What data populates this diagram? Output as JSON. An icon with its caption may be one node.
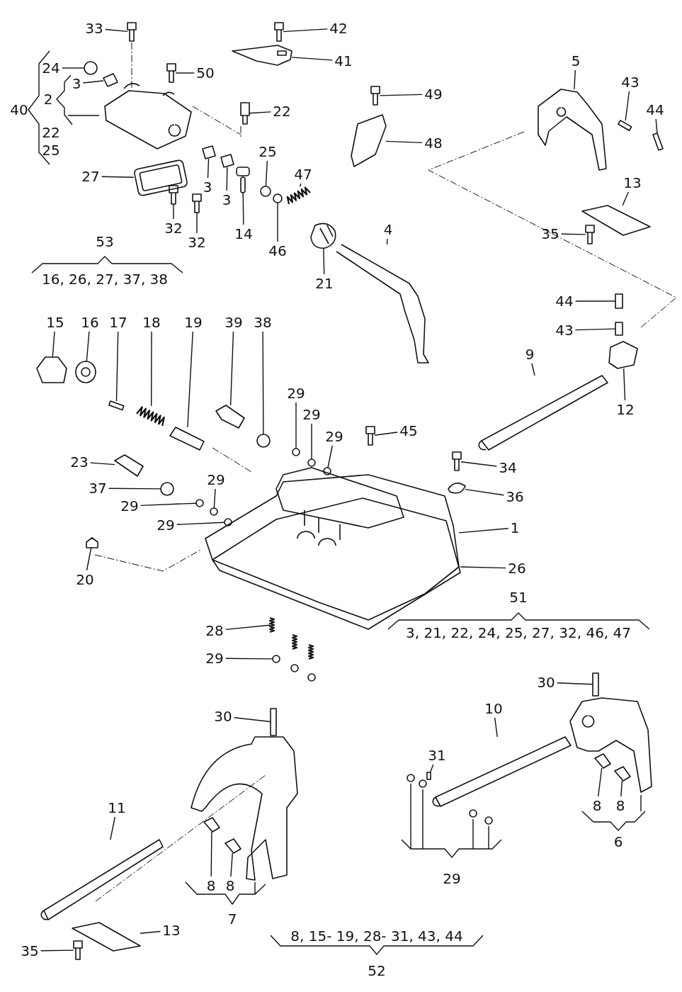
{
  "diagram": {
    "nodes": [
      {
        "text": [
          "33"
        ]
      },
      {
        "text": [
          "42"
        ]
      },
      {
        "text": [
          "41"
        ]
      },
      {
        "text": [
          "24"
        ]
      },
      {
        "text": [
          "3"
        ]
      },
      {
        "text": [
          "50"
        ]
      },
      {
        "text": [
          "22"
        ]
      },
      {
        "text": [
          "49"
        ]
      },
      {
        "text": [
          "48"
        ]
      },
      {
        "text": [
          "5"
        ]
      },
      {
        "text": [
          "43"
        ]
      },
      {
        "text": [
          "44"
        ]
      },
      {
        "text": [
          "27"
        ]
      },
      {
        "text": [
          "25"
        ]
      },
      {
        "text": [
          "47"
        ]
      },
      {
        "text": [
          "3"
        ]
      },
      {
        "text": [
          "3"
        ]
      },
      {
        "text": [
          "32"
        ]
      },
      {
        "text": [
          "32"
        ]
      },
      {
        "text": [
          "14"
        ]
      },
      {
        "text": [
          "46"
        ]
      },
      {
        "text": [
          "21"
        ]
      },
      {
        "text": [
          "4"
        ]
      },
      {
        "text": [
          "13"
        ]
      },
      {
        "text": [
          "35"
        ]
      },
      {
        "text": [
          "44"
        ]
      },
      {
        "text": [
          "43"
        ]
      },
      {
        "text": [
          "9"
        ]
      },
      {
        "text": [
          "12"
        ]
      },
      {
        "text": [
          "15"
        ]
      },
      {
        "text": [
          "16"
        ]
      },
      {
        "text": [
          "17"
        ]
      },
      {
        "text": [
          "18"
        ]
      },
      {
        "text": [
          "19"
        ]
      },
      {
        "text": [
          "39"
        ]
      },
      {
        "text": [
          "38"
        ]
      },
      {
        "text": [
          "29"
        ]
      },
      {
        "text": [
          "29"
        ]
      },
      {
        "text": [
          "29"
        ]
      },
      {
        "text": [
          "45"
        ]
      },
      {
        "text": [
          "23"
        ]
      },
      {
        "text": [
          "37"
        ]
      },
      {
        "text": [
          "29"
        ]
      },
      {
        "text": [
          "29"
        ]
      },
      {
        "text": [
          "29"
        ]
      },
      {
        "text": [
          "34"
        ]
      },
      {
        "text": [
          "36"
        ]
      },
      {
        "text": [
          "1"
        ]
      },
      {
        "text": [
          "26"
        ]
      },
      {
        "text": [
          "20"
        ]
      },
      {
        "text": [
          "28"
        ]
      },
      {
        "text": [
          "29"
        ]
      },
      {
        "text": [
          "30"
        ]
      },
      {
        "text": [
          "30"
        ]
      },
      {
        "text": [
          "10"
        ]
      },
      {
        "text": [
          "31"
        ]
      },
      {
        "text": [
          "11"
        ]
      },
      {
        "text": [
          "8"
        ]
      },
      {
        "text": [
          "8"
        ]
      },
      {
        "text": [
          "8"
        ]
      },
      {
        "text": [
          "8"
        ]
      },
      {
        "text": [
          "13"
        ]
      },
      {
        "text": [
          "35"
        ]
      },
      {
        "text": [],
        "shape": "picture"
      },
      {
        "text": [],
        "shape": "picture"
      },
      {
        "text": [],
        "shape": "picture"
      },
      {
        "text": [],
        "shape": "circle"
      },
      {
        "text": [],
        "shape": "picture"
      },
      {
        "text": [],
        "shape": "picture"
      },
      {
        "text": [],
        "shape": "picture"
      },
      {
        "text": [],
        "shape": "picture"
      },
      {
        "text": [],
        "shape": "picture"
      },
      {
        "text": [],
        "shape": "picture"
      },
      {
        "text": [],
        "shape": "picture"
      },
      {
        "text": [],
        "shape": "picture"
      },
      {
        "text": [],
        "shape": "picture"
      },
      {
        "text": [],
        "shape": "circle"
      },
      {
        "text": [],
        "shape": "picture"
      },
      {
        "text": [],
        "shape": "picture"
      },
      {
        "text": [],
        "shape": "picture"
      },
      {
        "text": [],
        "shape": "picture"
      },
      {
        "text": [],
        "shape": "picture"
      },
      {
        "text": [],
        "shape": "picture"
      },
      {
        "text": [],
        "shape": "circle"
      },
      {
        "text": [],
        "shape": "picture"
      },
      {
        "text": [],
        "shape": "picture"
      },
      {
        "text": [],
        "shape": "picture"
      },
      {
        "text": [],
        "shape": "picture"
      },
      {
        "text": [],
        "shape": "box"
      },
      {
        "text": [],
        "shape": "box"
      },
      {
        "text": [],
        "shape": "picture"
      },
      {
        "text": [],
        "shape": "picture"
      },
      {
        "text": [],
        "shape": "picture"
      },
      {
        "text": [],
        "shape": "picture"
      },
      {
        "text": [],
        "shape": "box"
      },
      {
        "text": [],
        "shape": "picture"
      },
      {
        "text": [],
        "shape": "picture"
      },
      {
        "text": [],
        "shape": "picture"
      },
      {
        "text": [],
        "shape": "circle"
      },
      {
        "text": [],
        "shape": "circle"
      },
      {
        "text": [],
        "shape": "circle"
      },
      {
        "text": [],
        "shape": "circle"
      },
      {
        "text": [],
        "shape": "picture"
      },
      {
        "text": [],
        "shape": "picture"
      },
      {
        "text": [],
        "shape": "circle"
      },
      {
        "text": [],
        "shape": "circle"
      },
      {
        "text": [],
        "shape": "circle"
      },
      {
        "text": [],
        "shape": "circle"
      },
      {
        "text": [],
        "shape": "picture"
      },
      {
        "text": [],
        "shape": "picture"
      },
      {
        "text": [],
        "shape": "picture"
      },
      {
        "text": [],
        "shape": "picture"
      },
      {
        "text": [],
        "shape": "picture"
      },
      {
        "text": [],
        "shape": "picture"
      },
      {
        "text": [],
        "shape": "circle"
      },
      {
        "text": [],
        "shape": "box"
      },
      {
        "text": [],
        "shape": "box"
      },
      {
        "text": [],
        "shape": "picture"
      },
      {
        "text": [],
        "shape": "box"
      },
      {
        "text": [],
        "shape": "picture"
      },
      {
        "text": [],
        "shape": "picture"
      },
      {
        "text": [],
        "shape": "picture"
      },
      {
        "text": [],
        "shape": "picture"
      },
      {
        "text": [],
        "shape": "picture"
      },
      {
        "text": [],
        "shape": "picture"
      },
      {
        "text": [],
        "shape": "picture"
      }
    ],
    "edges": [
      {
        "from": 0,
        "to": 63,
        "arrow": "none"
      },
      {
        "from": 1,
        "to": 64,
        "arrow": "none"
      },
      {
        "from": 2,
        "to": 65,
        "arrow": "none"
      },
      {
        "from": 3,
        "to": 66,
        "arrow": "none"
      },
      {
        "from": 4,
        "to": 67,
        "arrow": "none"
      },
      {
        "from": 5,
        "to": 68,
        "arrow": "none"
      },
      {
        "from": 6,
        "to": 69,
        "arrow": "none"
      },
      {
        "from": 7,
        "to": 70,
        "arrow": "none"
      },
      {
        "from": 8,
        "to": 71,
        "arrow": "none"
      },
      {
        "from": 9,
        "to": 72,
        "arrow": "none"
      },
      {
        "from": 10,
        "to": 73,
        "arrow": "none"
      },
      {
        "from": 11,
        "to": 74,
        "arrow": "none"
      },
      {
        "from": 12,
        "to": 75,
        "arrow": "none"
      },
      {
        "from": 13,
        "to": 76,
        "arrow": "none"
      },
      {
        "from": 14,
        "to": 77,
        "arrow": "none"
      },
      {
        "from": 15,
        "to": 78,
        "arrow": "none"
      },
      {
        "from": 16,
        "to": 79,
        "arrow": "none"
      },
      {
        "from": 17,
        "to": 80,
        "arrow": "none"
      },
      {
        "from": 18,
        "to": 81,
        "arrow": "none"
      },
      {
        "from": 19,
        "to": 82,
        "arrow": "none"
      },
      {
        "from": 20,
        "to": 83,
        "arrow": "none"
      },
      {
        "from": 21,
        "to": 84,
        "arrow": "none"
      },
      {
        "from": 22,
        "to": 85,
        "arrow": "none"
      },
      {
        "from": 23,
        "to": 86,
        "arrow": "none"
      },
      {
        "from": 24,
        "to": 87,
        "arrow": "none"
      },
      {
        "from": 25,
        "to": 88,
        "arrow": "none"
      },
      {
        "from": 26,
        "to": 89,
        "arrow": "none"
      },
      {
        "from": 27,
        "to": 90,
        "arrow": "none"
      },
      {
        "from": 28,
        "to": 91,
        "arrow": "none"
      },
      {
        "from": 29,
        "to": 92,
        "arrow": "none"
      },
      {
        "from": 30,
        "to": 93,
        "arrow": "none"
      },
      {
        "from": 31,
        "to": 94,
        "arrow": "none"
      },
      {
        "from": 32,
        "to": 95,
        "arrow": "none"
      },
      {
        "from": 33,
        "to": 96,
        "arrow": "none"
      },
      {
        "from": 34,
        "to": 97,
        "arrow": "none"
      },
      {
        "from": 35,
        "to": 98,
        "arrow": "none"
      },
      {
        "from": 36,
        "to": 99,
        "arrow": "none"
      },
      {
        "from": 37,
        "to": 100,
        "arrow": "none"
      },
      {
        "from": 38,
        "to": 101,
        "arrow": "none"
      },
      {
        "from": 39,
        "to": 102,
        "arrow": "none"
      },
      {
        "from": 40,
        "to": 103,
        "arrow": "none"
      },
      {
        "from": 41,
        "to": 104,
        "arrow": "none"
      },
      {
        "from": 42,
        "to": 105,
        "arrow": "none"
      },
      {
        "from": 43,
        "to": 106,
        "arrow": "none"
      },
      {
        "from": 44,
        "to": 107,
        "arrow": "none"
      },
      {
        "from": 45,
        "to": 108,
        "arrow": "none"
      },
      {
        "from": 46,
        "to": 109,
        "arrow": "none"
      },
      {
        "from": 47,
        "to": 110,
        "arrow": "none"
      },
      {
        "from": 48,
        "to": 111,
        "arrow": "none"
      },
      {
        "from": 49,
        "to": 112,
        "arrow": "none"
      },
      {
        "from": 50,
        "to": 113,
        "arrow": "none"
      },
      {
        "from": 51,
        "to": 114,
        "arrow": "none"
      },
      {
        "from": 52,
        "to": 115,
        "arrow": "none"
      },
      {
        "from": 53,
        "to": 116,
        "arrow": "none"
      },
      {
        "from": 54,
        "to": 117,
        "arrow": "none"
      },
      {
        "from": 55,
        "to": 118,
        "arrow": "none"
      },
      {
        "from": 56,
        "to": 119,
        "arrow": "none"
      },
      {
        "from": 57,
        "to": 120,
        "arrow": "none"
      },
      {
        "from": 58,
        "to": 121,
        "arrow": "none"
      },
      {
        "from": 59,
        "to": 122,
        "arrow": "none"
      },
      {
        "from": 60,
        "to": 123,
        "arrow": "none"
      },
      {
        "from": 61,
        "to": 124,
        "arrow": "none"
      },
      {
        "from": 62,
        "to": 125,
        "arrow": "none"
      }
    ],
    "labels": [
      "40",
      "2",
      "22",
      "25",
      "53",
      "16, 26, 27, 37, 38",
      "51",
      "3, 21, 22, 24, 25, 27, 32, 46, 47",
      "29",
      "7",
      "6",
      "8, 15- 19, 28- 31, 43, 44",
      "52"
    ]
  }
}
